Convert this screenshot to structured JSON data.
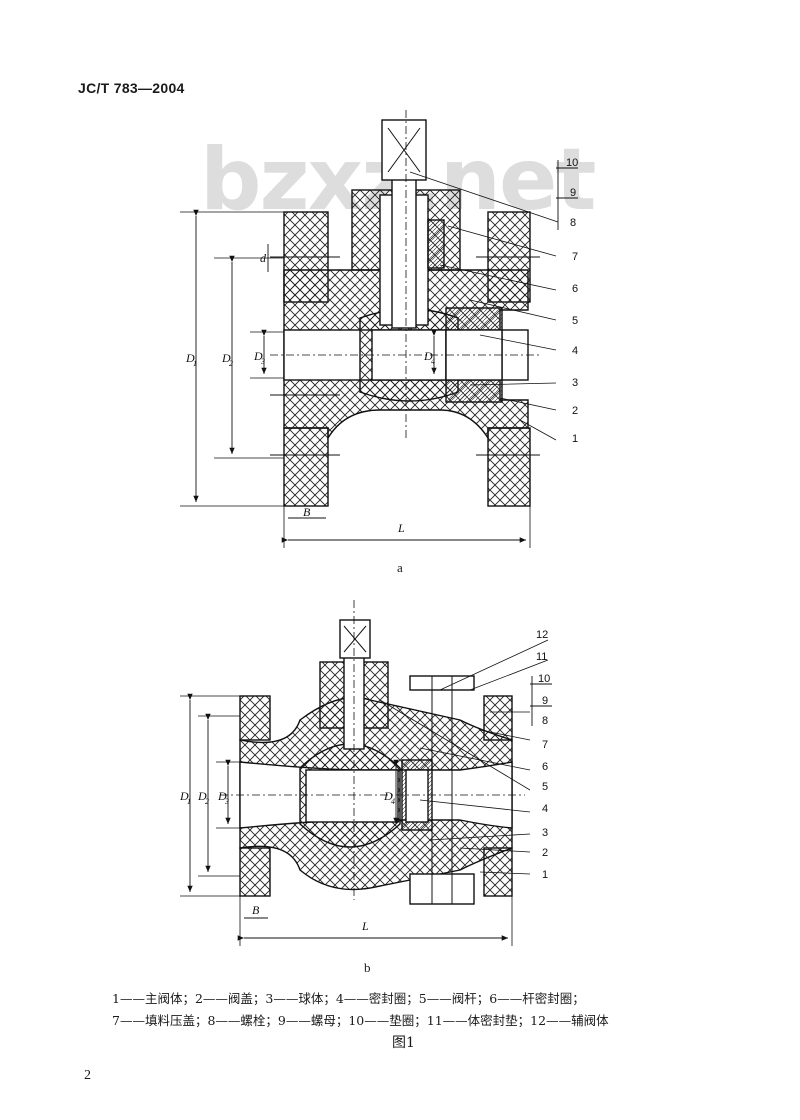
{
  "header": "JC/T 783—2004",
  "watermark": "bzxz.net",
  "figure_a": {
    "sublabel": "a",
    "dims": {
      "D1": "D",
      "D2": "D",
      "D3": "D",
      "D4": "D",
      "d": "d",
      "B": "B",
      "L": "L"
    },
    "dim_subs": {
      "D1": "1",
      "D2": "2",
      "D3": "3",
      "D4": "4"
    },
    "callouts": [
      "10",
      "9",
      "8",
      "7",
      "6",
      "5",
      "4",
      "3",
      "2",
      "1"
    ]
  },
  "figure_b": {
    "sublabel": "b",
    "dims": {
      "D1": "D",
      "D2": "D",
      "D3": "D",
      "D4": "D",
      "B": "B",
      "L": "L"
    },
    "dim_subs": {
      "D1": "1",
      "D2": "2",
      "D3": "3",
      "D4": "4"
    },
    "callouts": [
      "12",
      "11",
      "10",
      "9",
      "8",
      "7",
      "6",
      "5",
      "4",
      "3",
      "2",
      "1"
    ]
  },
  "legend": {
    "line1": "1——主阀体；2——阀盖；3——球体；4——密封圈；5——阀杆；6——杆密封圈；",
    "line2": "7——填料压盖；8——螺栓；9——螺母；10——垫圈；11——体密封垫；12——辅阀体"
  },
  "figure_title": "图1",
  "page_number": "2"
}
